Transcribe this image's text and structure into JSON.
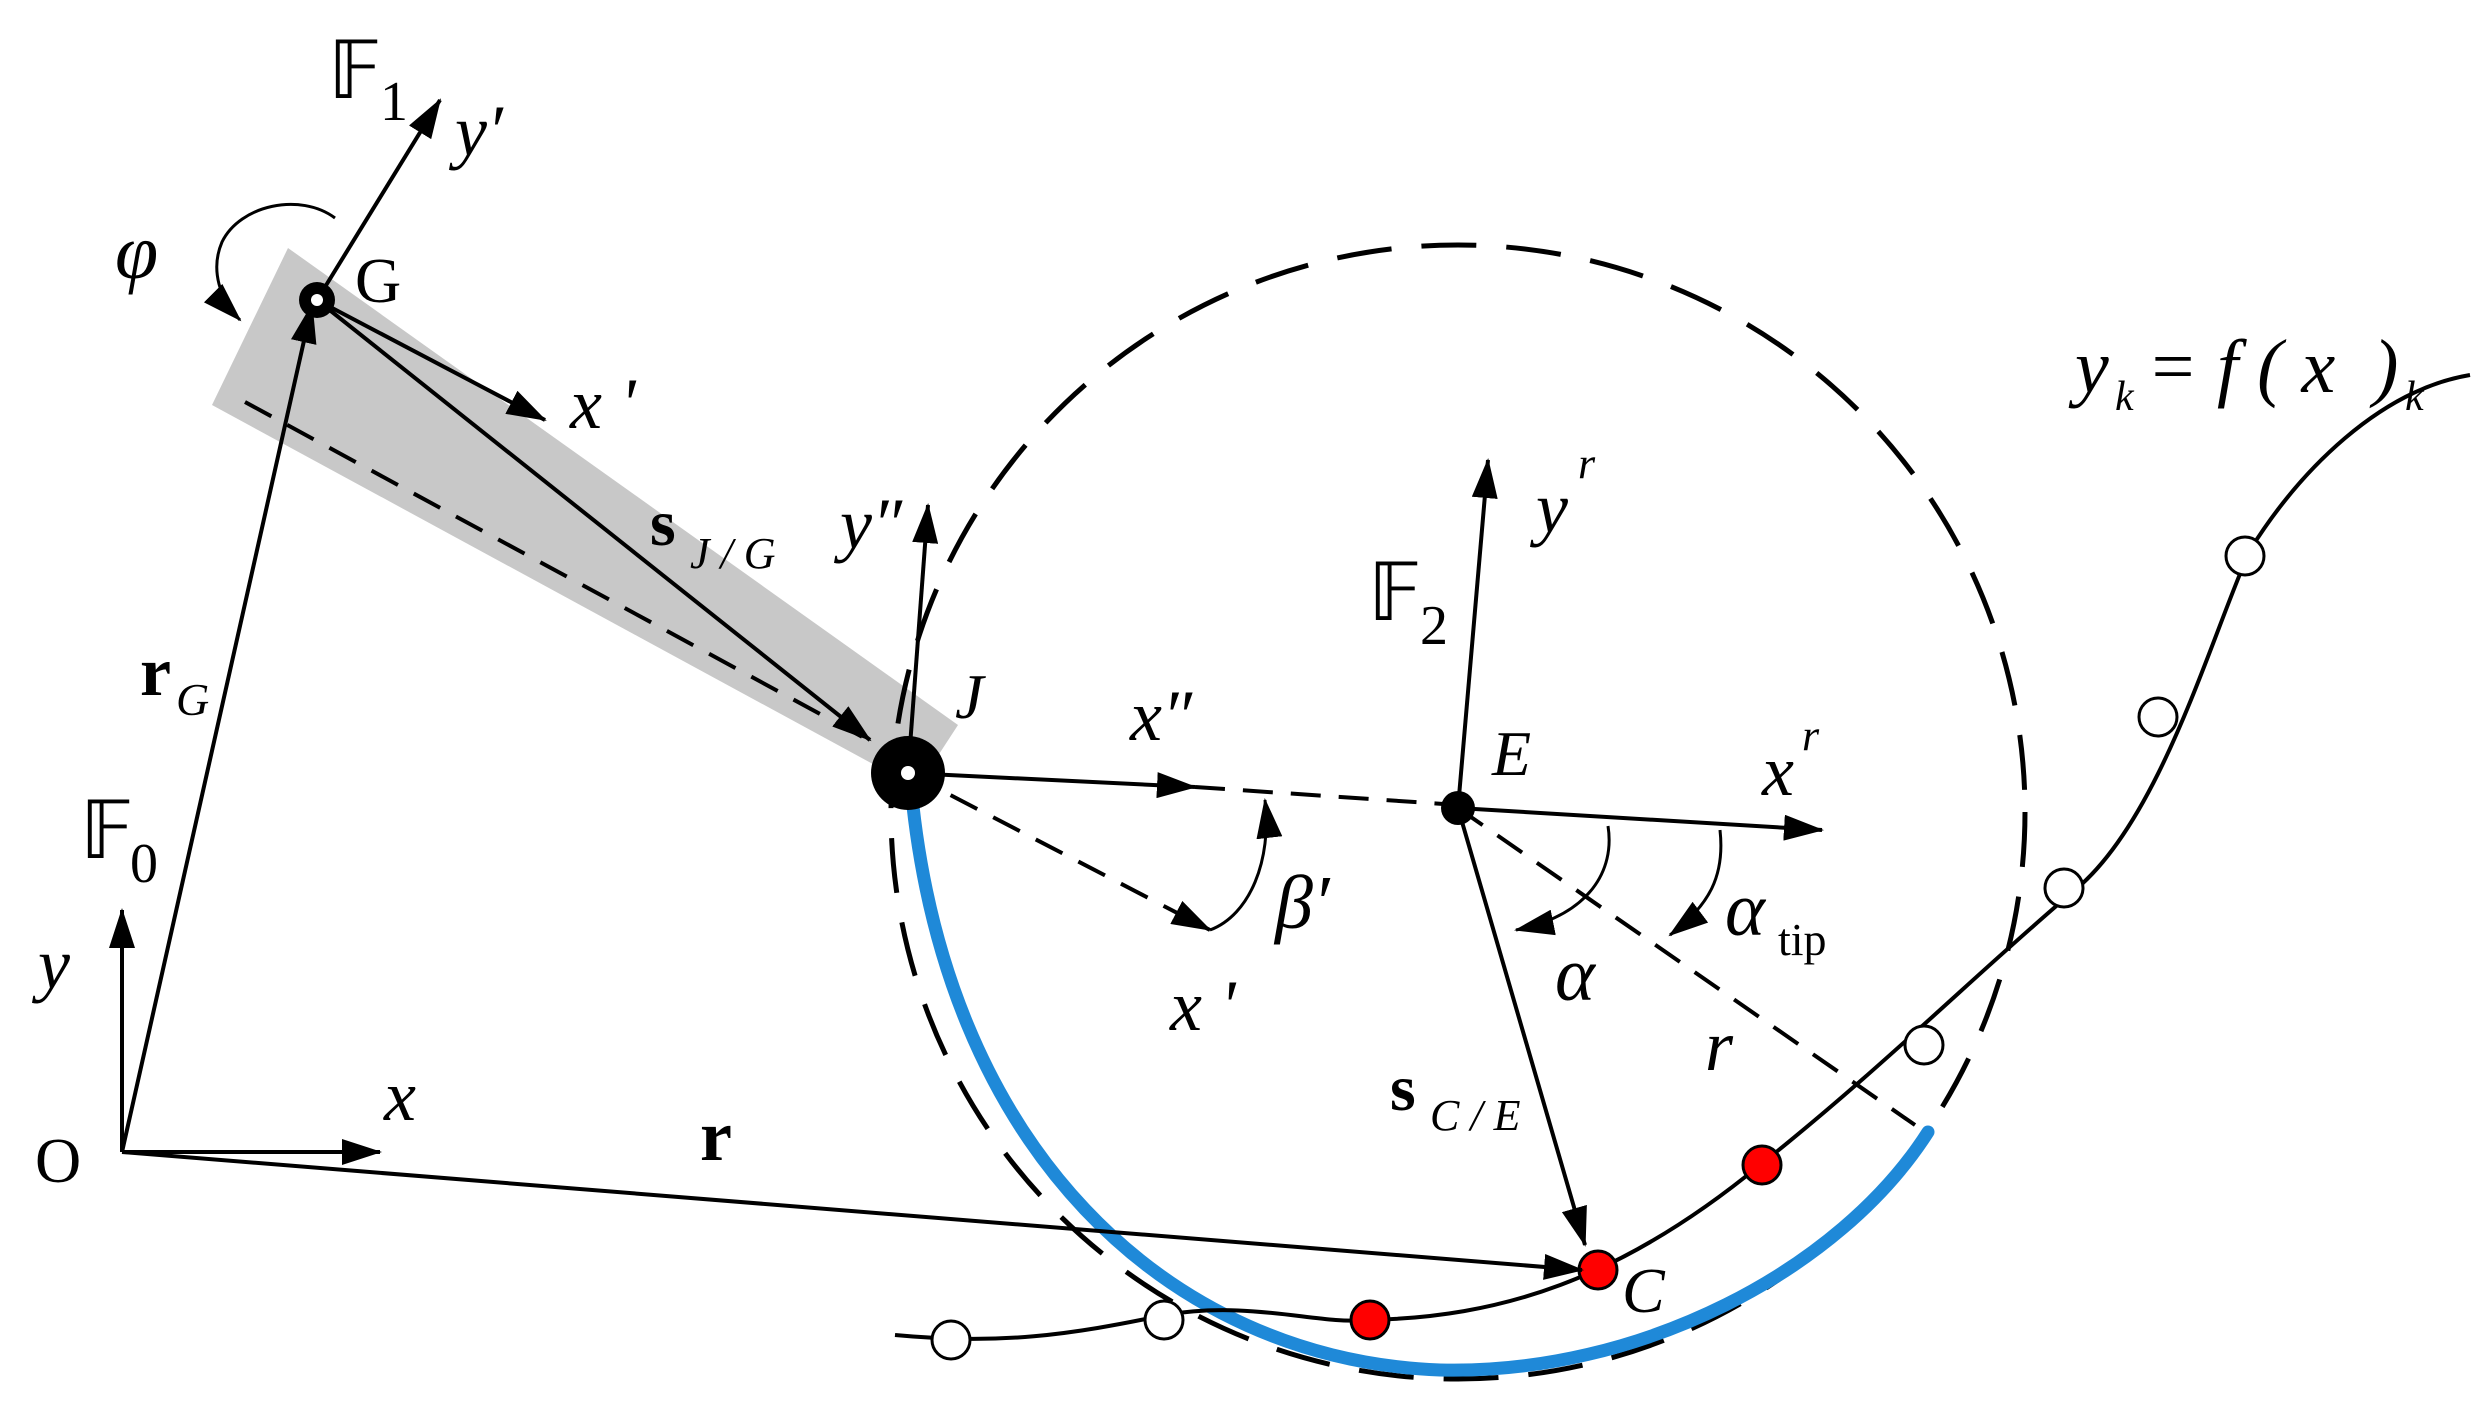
{
  "labels": {
    "frame1": "𝔽",
    "frame1_sub": "1",
    "yprime_top": "y′",
    "phi": "φ",
    "G": "G",
    "xprime_top": "x '",
    "s_main": "s",
    "s_jg_sub": "J / G",
    "r_g_main": "r",
    "r_g_sub": "G",
    "frame0": "𝔽",
    "frame0_sub": "0",
    "y_axis": "y",
    "x_axis": "x",
    "O": "O",
    "r_vec": "r",
    "ydd": "y″",
    "J": "J",
    "xdd": "x″",
    "beta": "β′",
    "xprime_low": "x '",
    "frame2": "𝔽",
    "frame2_sub": "2",
    "yr_main": "y",
    "yr_sup": "r",
    "E": "E",
    "xr_main": "x",
    "xr_sup": "r",
    "alpha": "α",
    "alpha_tip_main": "α",
    "alpha_tip_sub": "tip",
    "s_ce_main": "s",
    "s_ce_sub": "C / E",
    "r_radius": "r",
    "C": "C",
    "equation": "y  = f ( x  )",
    "eq_sub1": "k",
    "eq_sub2": "k"
  },
  "colors": {
    "ink": "#000000",
    "arc": "#1f89d8",
    "contact_point": "#ff0000",
    "link_shadow": "#c8c8c8"
  }
}
